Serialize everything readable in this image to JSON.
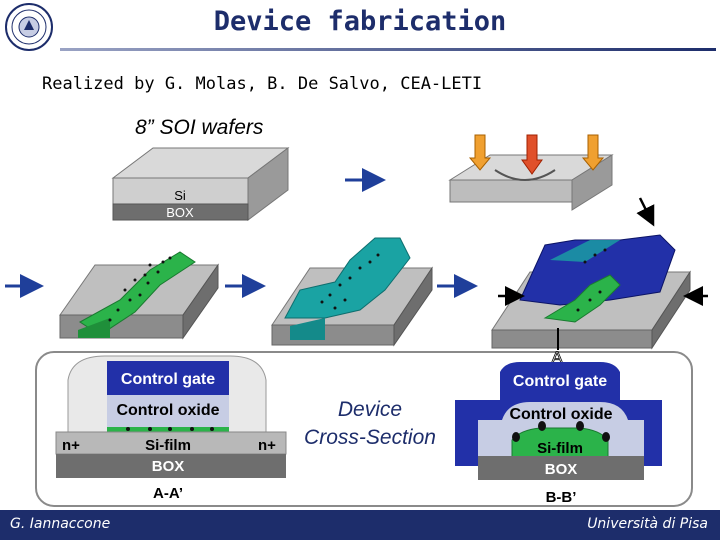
{
  "title": "Device fabrication",
  "subtitle": "Realized by G. Molas, B. De Salvo, CEA-LETI",
  "wafer_label": "8” SOI wafers",
  "wafer_layers": {
    "si": "Si",
    "box": "BOX"
  },
  "section_marker": "A",
  "cross_section": {
    "line1": "Device",
    "line2": "Cross-Section",
    "left": {
      "control_gate": "Control gate",
      "control_oxide": "Control oxide",
      "n_left": "n+",
      "si_film": "Si-film",
      "n_right": "n+",
      "box": "BOX",
      "caption": "A-A’"
    },
    "right": {
      "control_gate": "Control gate",
      "control_oxide": "Control oxide",
      "si_film": "Si-film",
      "box": "BOX",
      "caption": "B-B’"
    }
  },
  "footer": {
    "author": "G. Iannaccone",
    "institution": "Università di Pisa"
  },
  "colors": {
    "accent": "#1d2d6b",
    "green": "#2bb34a",
    "teal": "#1aa3a3",
    "gate_blue": "#2230a8"
  },
  "icons": [
    "university-seal-icon",
    "arrow-right-icon",
    "arrow-down-icon"
  ]
}
